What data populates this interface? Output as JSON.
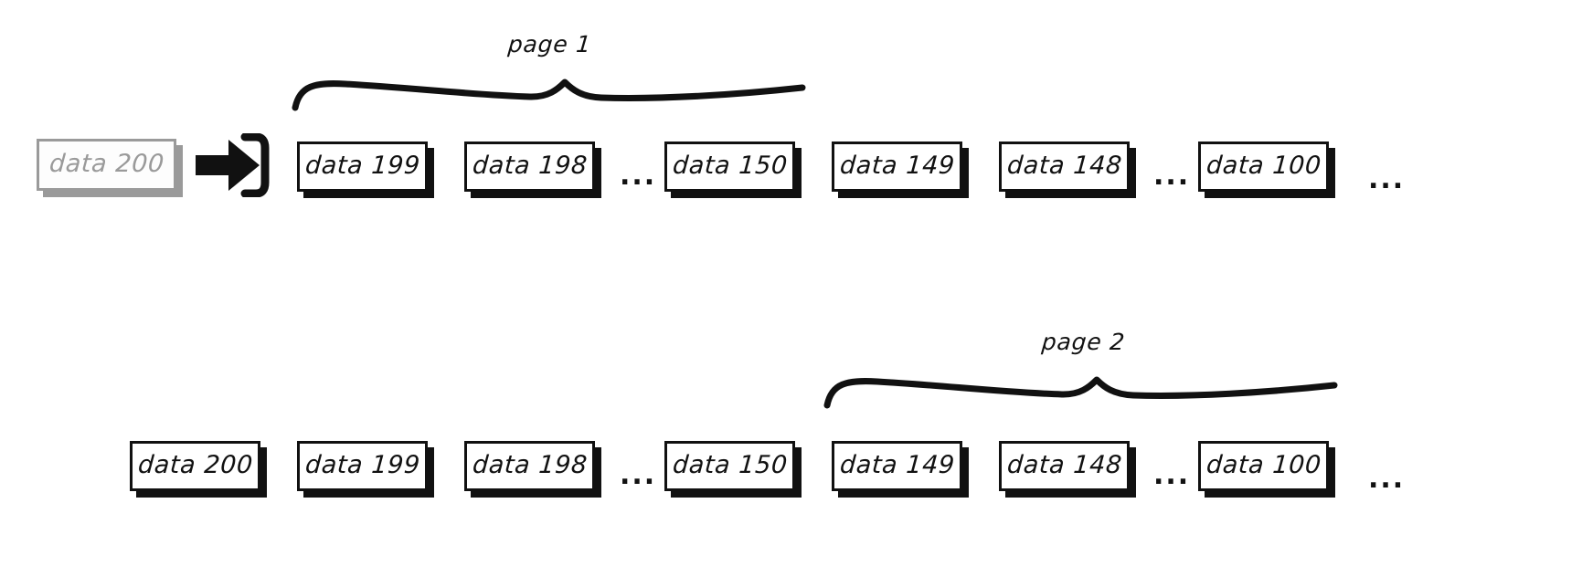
{
  "diagram": {
    "title_hidden": "",
    "colors": {
      "ink": "#111111",
      "ghost": "#9a9a9a",
      "background": "#ffffff"
    },
    "ellipsis": "...",
    "labels": {
      "page_one": "page 1",
      "page_two": "page 2"
    },
    "arrow": {
      "icon": "arrow-right-into-bracket-icon",
      "arrow_icon": "right-arrow-icon",
      "bracket_icon": "closing-bracket-icon"
    },
    "rows": [
      {
        "name": "row-after-insert",
        "ghost_box": {
          "label": "data 200",
          "state": "removed"
        },
        "boxes": [
          {
            "label": "data 199"
          },
          {
            "label": "data 198"
          },
          {
            "label": "data 150"
          },
          {
            "label": "data 149"
          },
          {
            "label": "data 148"
          },
          {
            "label": "data 100"
          }
        ],
        "brace": {
          "label": "page 1",
          "covers": "data 199 .. data 150"
        }
      },
      {
        "name": "row-before-insert",
        "boxes": [
          {
            "label": "data 200"
          },
          {
            "label": "data 199"
          },
          {
            "label": "data 198"
          },
          {
            "label": "data 150"
          },
          {
            "label": "data 149"
          },
          {
            "label": "data 148"
          },
          {
            "label": "data 100"
          }
        ],
        "brace": {
          "label": "page 2",
          "covers": "data 149 .. data 100"
        }
      }
    ]
  }
}
